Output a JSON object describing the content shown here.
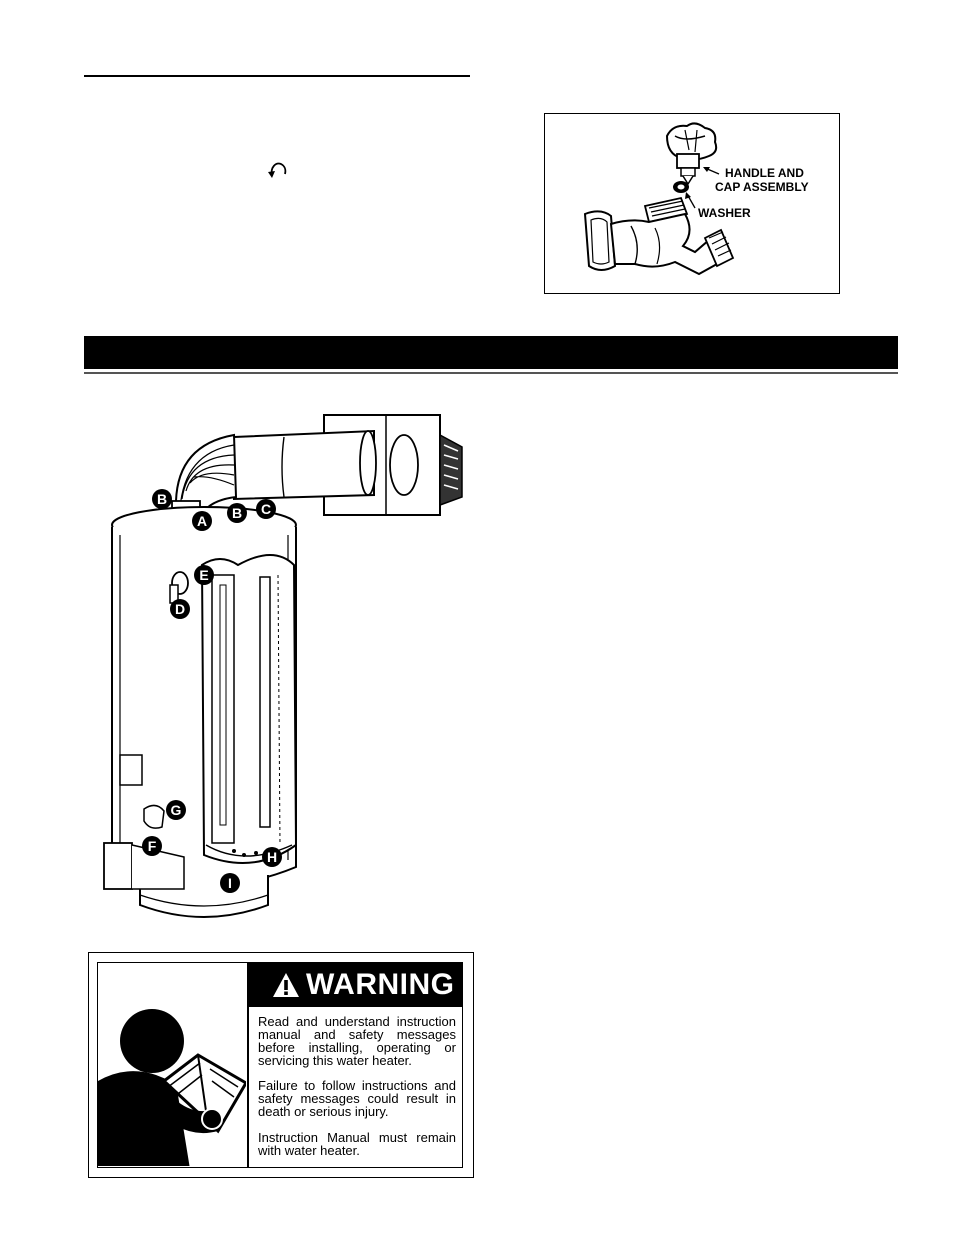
{
  "valve_figure": {
    "label_handle_line1": "HANDLE AND",
    "label_handle_line2": "CAP ASSEMBLY",
    "label_washer": "WASHER"
  },
  "heater_figure": {
    "callouts": [
      "B",
      "A",
      "B",
      "C",
      "E",
      "D",
      "G",
      "F",
      "H",
      "I"
    ]
  },
  "warning": {
    "title": "WARNING",
    "message_1": "Read and understand instruction manual and safety messages before installing, operating or servicing this water heater.",
    "message_2": "Failure to follow instructions and safety messages could result in death or serious injury.",
    "message_3": "Instruction Manual must remain with water heater."
  }
}
